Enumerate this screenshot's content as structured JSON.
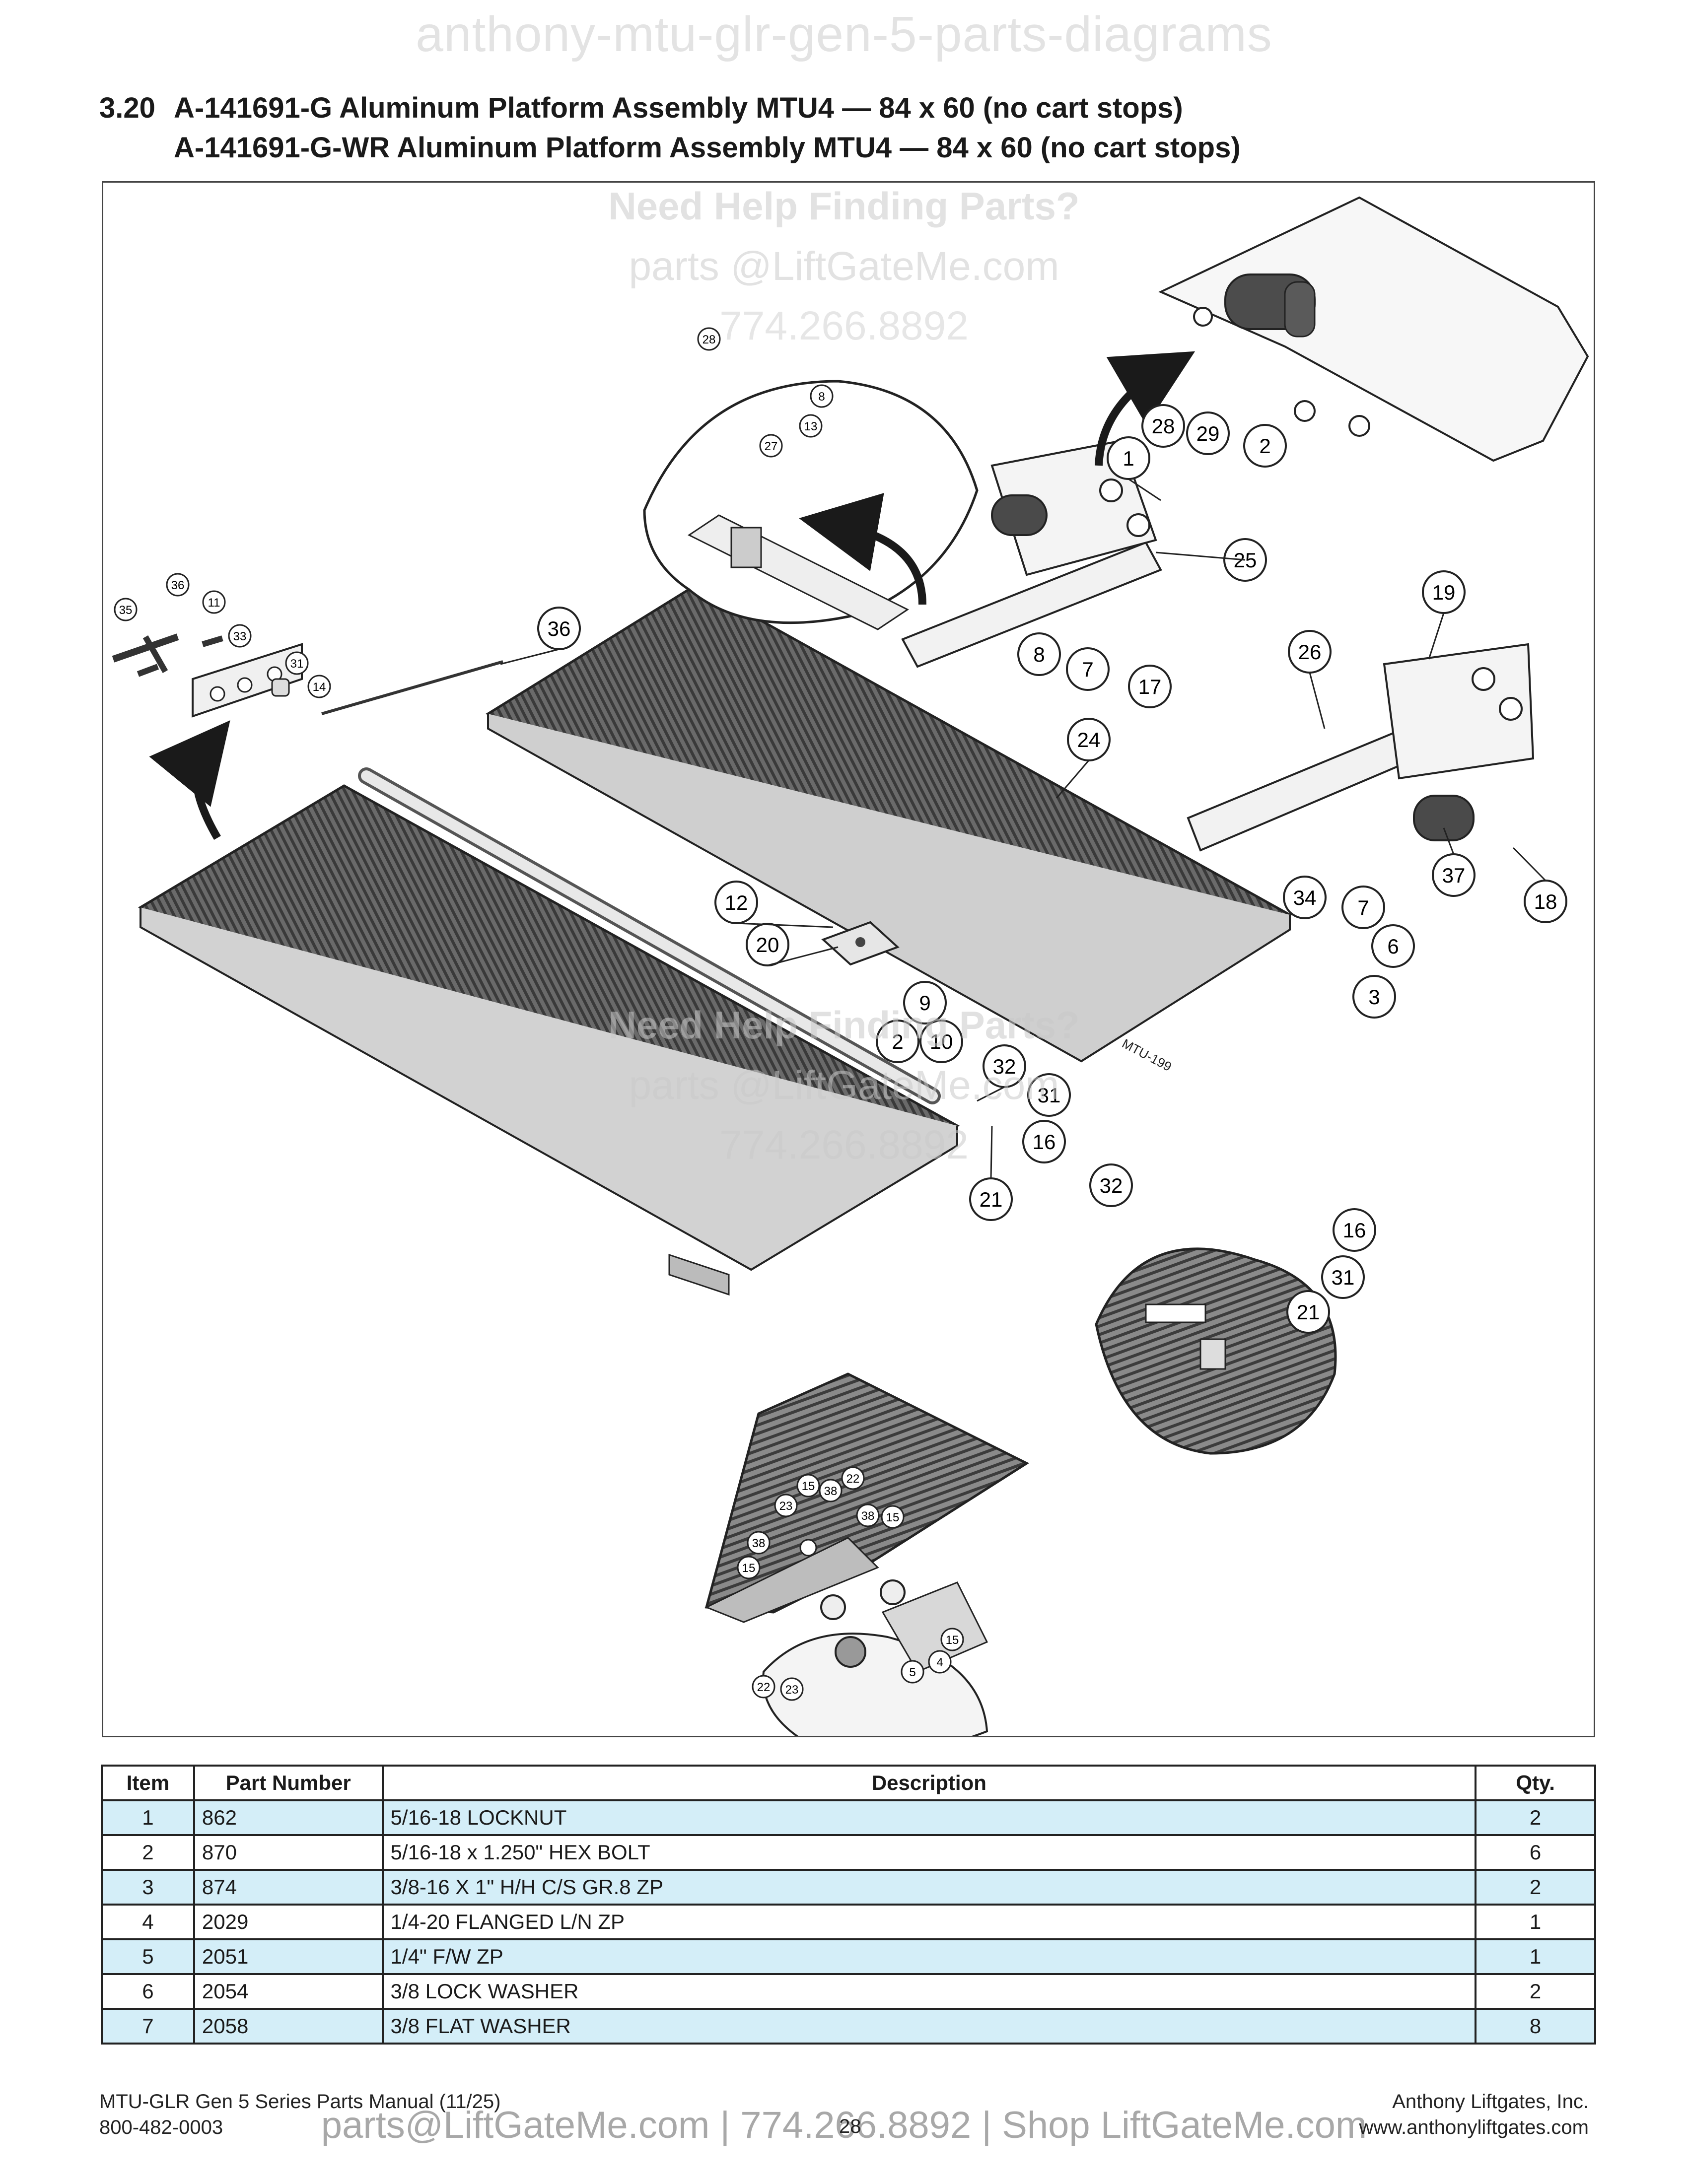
{
  "watermark_top": "anthony-mtu-glr-gen-5-parts-diagrams",
  "title": {
    "number": "3.20",
    "line1": "A-141691-G Aluminum Platform Assembly MTU4 — 84 x 60 (no cart stops)",
    "line2": "A-141691-G-WR Aluminum Platform Assembly MTU4 — 84 x 60 (no cart stops)"
  },
  "watermark": {
    "help": "Need Help Finding Parts?",
    "email": "parts @LiftGateMe.com",
    "phone": "774.266.8892",
    "help2": "Need Help Finding Parts?",
    "email2": "parts @LiftGateMe.com",
    "phone2": "774.266.8892"
  },
  "diagram": {
    "platform_label": "MTU-199",
    "callouts": {
      "c36": "36",
      "c35": "35",
      "c11": "11",
      "c33": "33",
      "c31a": "31",
      "c14": "14",
      "c28a": "28",
      "c8a": "8",
      "c13": "13",
      "c27": "27",
      "c1": "1",
      "c28": "28",
      "c29": "29",
      "c2a": "2",
      "c25": "25",
      "c8": "8",
      "c7a": "7",
      "c17": "17",
      "c19": "19",
      "c26": "26",
      "c36b": "36",
      "c24": "24",
      "c37": "37",
      "c18": "18",
      "c34": "34",
      "c7b": "7",
      "c6": "6",
      "c3": "3",
      "c12": "12",
      "c20": "20",
      "c9": "9",
      "c2b": "2",
      "c10": "10",
      "c32a": "32",
      "c31b": "31",
      "c16a": "16",
      "c21a": "21",
      "c32b": "32",
      "c16b": "16",
      "c31c": "31",
      "c21b": "21",
      "c15a": "15",
      "c38a": "38",
      "c22a": "22",
      "c23a": "23",
      "c38b": "38",
      "c15b": "15",
      "c38c": "38",
      "c15c": "15",
      "c15d": "15",
      "c4": "4",
      "c5": "5",
      "c22b": "22",
      "c23b": "23"
    }
  },
  "table": {
    "headers": {
      "item": "Item",
      "part_number": "Part Number",
      "description": "Description",
      "qty": "Qty."
    },
    "rows": [
      {
        "item": "1",
        "part_number": "862",
        "description": "5/16-18 LOCKNUT",
        "qty": "2"
      },
      {
        "item": "2",
        "part_number": "870",
        "description": "5/16-18 x 1.250\" HEX BOLT",
        "qty": "6"
      },
      {
        "item": "3",
        "part_number": "874",
        "description": "3/8-16 X 1\" H/H C/S GR.8 ZP",
        "qty": "2"
      },
      {
        "item": "4",
        "part_number": "2029",
        "description": "1/4-20 FLANGED L/N ZP",
        "qty": "1"
      },
      {
        "item": "5",
        "part_number": "2051",
        "description": "1/4\" F/W ZP",
        "qty": "1"
      },
      {
        "item": "6",
        "part_number": "2054",
        "description": "3/8 LOCK WASHER",
        "qty": "2"
      },
      {
        "item": "7",
        "part_number": "2058",
        "description": "3/8 FLAT WASHER",
        "qty": "8"
      }
    ]
  },
  "footer": {
    "manual": "MTU-GLR Gen 5 Series Parts Manual (11/25)",
    "phone": "800-482-0003",
    "company": "Anthony Liftgates, Inc.",
    "website": "www.anthonyliftgates.com",
    "page": "28",
    "promo": "parts@LiftGateMe.com | 774.266.8892 | Shop LiftGateMe.com"
  }
}
